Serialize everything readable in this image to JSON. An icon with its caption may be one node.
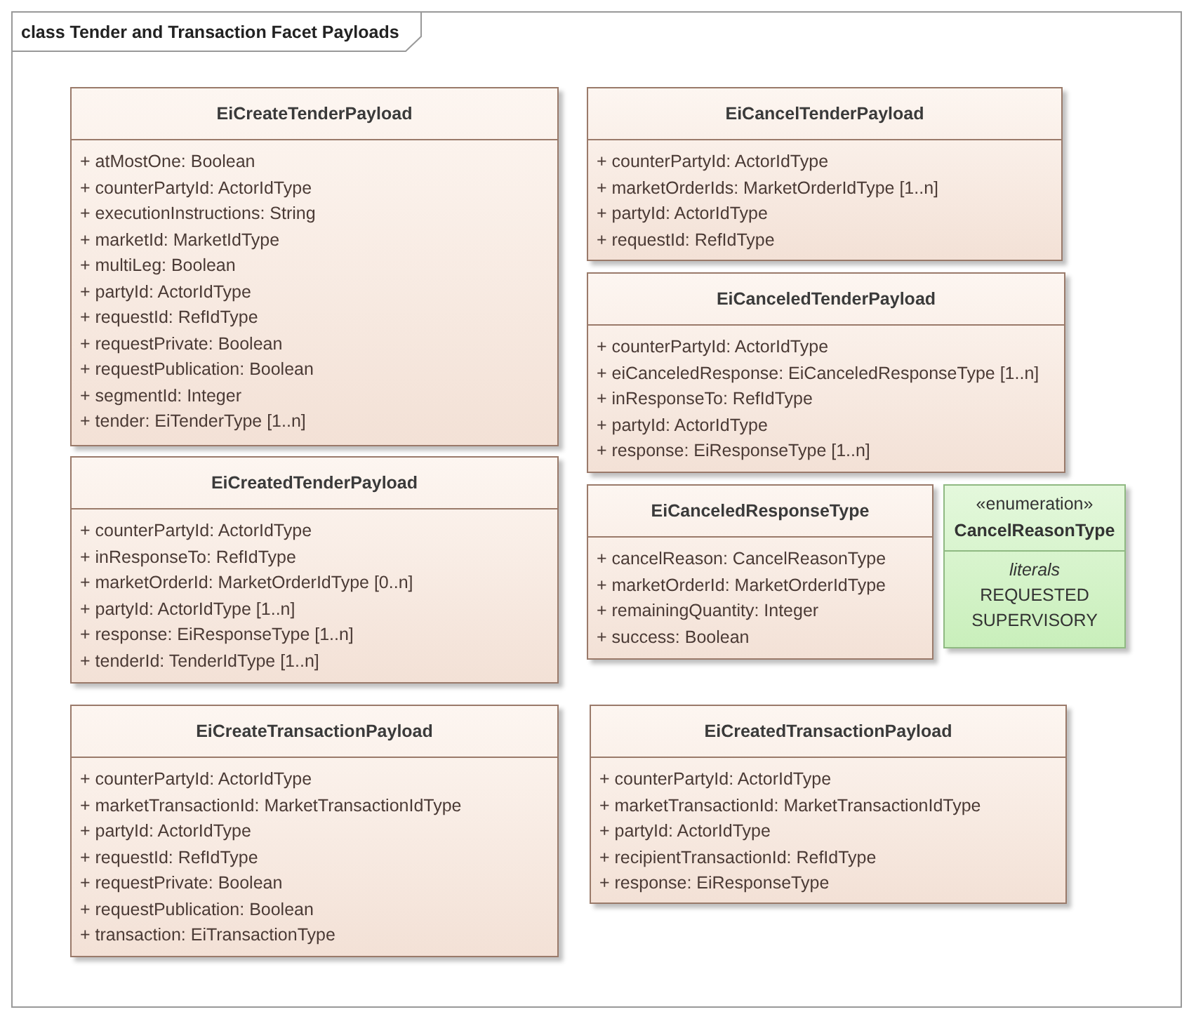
{
  "diagram": {
    "title": "class Tender and Transaction Facet Payloads",
    "nodes": [
      {
        "text": [
          "EiCreateTenderPayload",
          "+ atMostOne: Boolean",
          "+ counterPartyId: ActorIdType",
          "+ executionInstructions: String",
          "+ marketId: MarketIdType",
          "+ multiLeg: Boolean",
          "+ partyId: ActorIdType",
          "+ requestId: RefIdType",
          "+ requestPrivate: Boolean",
          "+ requestPublication: Boolean",
          "+ segmentId: Integer",
          "+ tender: EiTenderType [1..n]"
        ]
      },
      {
        "text": [
          "EiCancelTenderPayload",
          "+ counterPartyId: ActorIdType",
          "+ marketOrderIds: MarketOrderIdType [1..n]",
          "+ partyId: ActorIdType",
          "+ requestId: RefIdType"
        ]
      },
      {
        "text": [
          "EiCanceledTenderPayload",
          "+ counterPartyId: ActorIdType",
          "+ eiCanceledResponse: EiCanceledResponseType [1..n]",
          "+ inResponseTo: RefIdType",
          "+ partyId: ActorIdType",
          "+ response: EiResponseType [1..n]"
        ]
      },
      {
        "text": [
          "EiCreatedTenderPayload",
          "+ counterPartyId: ActorIdType",
          "+ inResponseTo: RefIdType",
          "+ marketOrderId: MarketOrderIdType [0..n]",
          "+ partyId: ActorIdType [1..n]",
          "+ response: EiResponseType [1..n]",
          "+ tenderId: TenderIdType [1..n]"
        ]
      },
      {
        "text": [
          "EiCanceledResponseType",
          "+ cancelReason: CancelReasonType",
          "+ marketOrderId: MarketOrderIdType",
          "+ remainingQuantity: Integer",
          "+ success: Boolean"
        ]
      },
      {
        "text": [
          "«enumeration»",
          "CancelReasonType",
          "literals",
          "REQUESTED",
          "SUPERVISORY"
        ]
      },
      {
        "text": [
          "EiCreateTransactionPayload",
          "+ counterPartyId: ActorIdType",
          "+ marketTransactionId: MarketTransactionIdType",
          "+ partyId: ActorIdType",
          "+ requestId: RefIdType",
          "+ requestPrivate: Boolean",
          "+ requestPublication: Boolean",
          "+ transaction: EiTransactionType"
        ]
      },
      {
        "text": [
          "EiCreatedTransactionPayload",
          "+ counterPartyId: ActorIdType",
          "+ marketTransactionId: MarketTransactionIdType",
          "+ partyId: ActorIdType",
          "+ recipientTransactionId: RefIdType",
          "+ response: EiResponseType"
        ]
      }
    ]
  }
}
